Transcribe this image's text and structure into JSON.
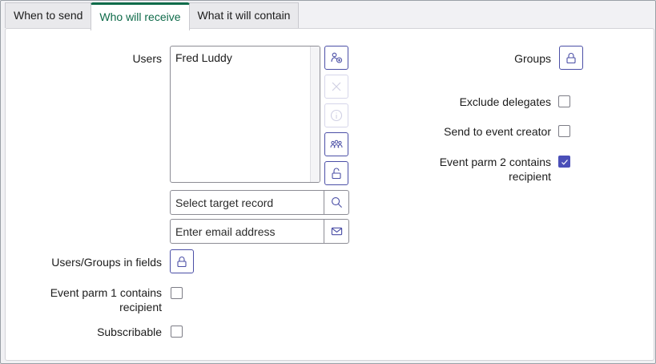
{
  "tabs": [
    {
      "label": "When to send",
      "active": false
    },
    {
      "label": "Who will receive",
      "active": true
    },
    {
      "label": "What it will contain",
      "active": false
    }
  ],
  "colors": {
    "accent": "#0f6b4a",
    "button_border": "#4b4fa6",
    "checkbox_checked": "#4b4fb8"
  },
  "users": {
    "label": "Users",
    "items": [
      "Fred Luddy"
    ],
    "buttons": [
      {
        "icon": "add-user-icon",
        "enabled": true
      },
      {
        "icon": "close-icon",
        "enabled": false
      },
      {
        "icon": "info-icon",
        "enabled": false
      },
      {
        "icon": "group-icon",
        "enabled": true
      },
      {
        "icon": "unlock-icon",
        "enabled": true
      }
    ]
  },
  "target_record": {
    "placeholder": "Select target record",
    "value": "",
    "icon": "search-icon"
  },
  "email": {
    "placeholder": "Enter email address",
    "value": "",
    "icon": "mail-icon"
  },
  "users_groups_in_fields": {
    "label": "Users/Groups in fields",
    "icon": "lock-icon"
  },
  "event_parm1": {
    "label_line1": "Event parm 1 contains",
    "label_line2": "recipient",
    "checked": false
  },
  "subscribable": {
    "label": "Subscribable",
    "checked": false
  },
  "groups": {
    "label": "Groups",
    "icon": "lock-icon"
  },
  "exclude_delegates": {
    "label": "Exclude delegates",
    "checked": false
  },
  "send_to_event_creator": {
    "label": "Send to event creator",
    "checked": false
  },
  "event_parm2": {
    "label_line1": "Event parm 2 contains",
    "label_line2": "recipient",
    "checked": true
  }
}
